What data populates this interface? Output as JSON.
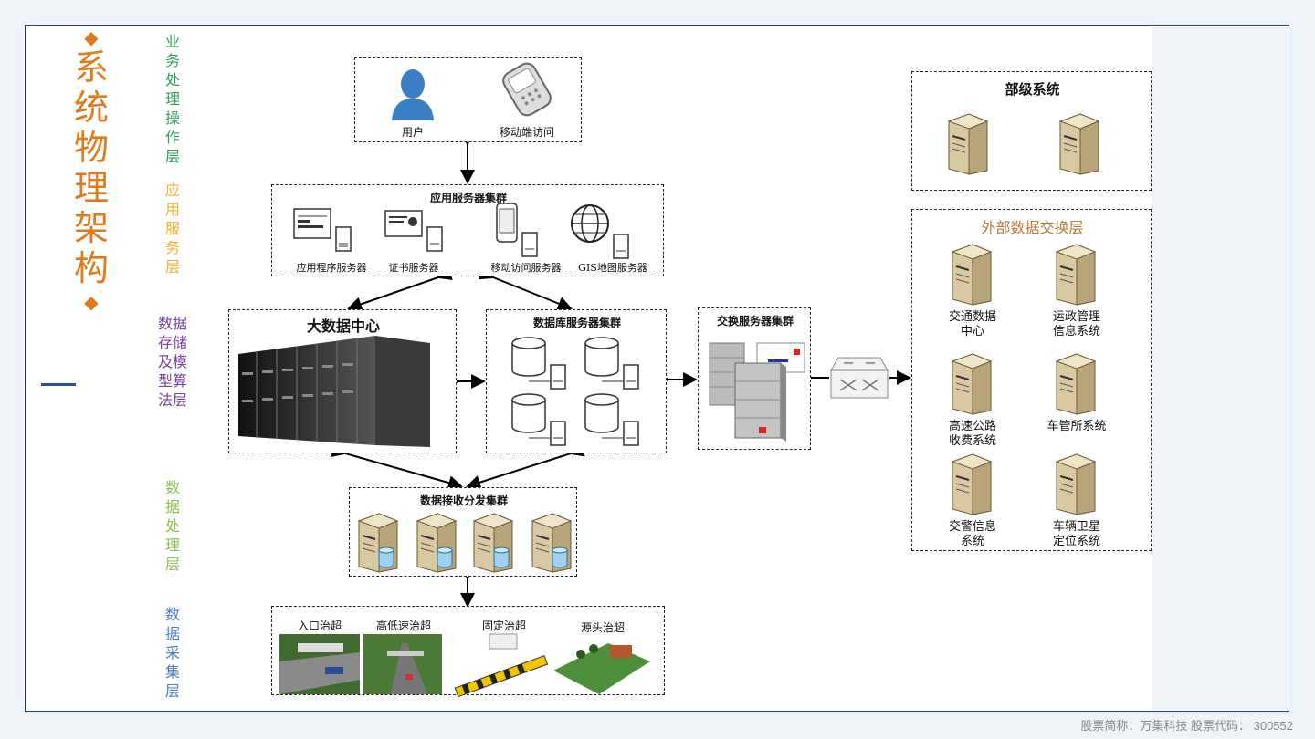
{
  "title_chars": [
    "系",
    "统",
    "物",
    "理",
    "架",
    "构"
  ],
  "layers": {
    "business": [
      "业",
      "务",
      "处",
      "理",
      "操",
      "作",
      "层"
    ],
    "app_service": [
      "应",
      "用",
      "服",
      "务",
      "层"
    ],
    "storage": [
      "数据",
      "存储",
      "及模",
      "型算",
      "法层"
    ],
    "processing": [
      "数",
      "据",
      "处",
      "理",
      "层"
    ],
    "collection": [
      "数",
      "据",
      "采",
      "集",
      "层"
    ]
  },
  "colors": {
    "title": "#e07a1a",
    "business": "#2e9e5a",
    "app_service": "#f0b22a",
    "storage": "#7b3fa0",
    "processing": "#8cc04a",
    "collection": "#4a7fc1"
  },
  "user_box": {
    "user": "用户",
    "mobile": "移动端访问"
  },
  "app_cluster": {
    "title": "应用服务器集群",
    "items": [
      "应用程序服务器",
      "证书服务器",
      "移动访问服务器",
      "GIS地图服务器"
    ]
  },
  "bigdata": {
    "title": "大数据中心"
  },
  "db_cluster": {
    "title": "数据库服务器集群"
  },
  "exchange_cluster": {
    "title": "交换服务器集群"
  },
  "receive_cluster": {
    "title": "数据接收分发集群"
  },
  "collection_box": {
    "items": [
      "入口治超",
      "高低速治超",
      "固定治超",
      "源头治超"
    ]
  },
  "ministry": {
    "title": "部级系统"
  },
  "external": {
    "title": "外部数据交换层",
    "items": [
      [
        "交通数据",
        "中心"
      ],
      [
        "运政管理",
        "信息系统"
      ],
      [
        "高速公路",
        "收费系统"
      ],
      [
        "车管所系统",
        ""
      ],
      [
        "交警信息",
        "系统"
      ],
      [
        "车辆卫星",
        "定位系统"
      ]
    ]
  },
  "footer": "股票简称：万集科技   股票代码： 300552"
}
